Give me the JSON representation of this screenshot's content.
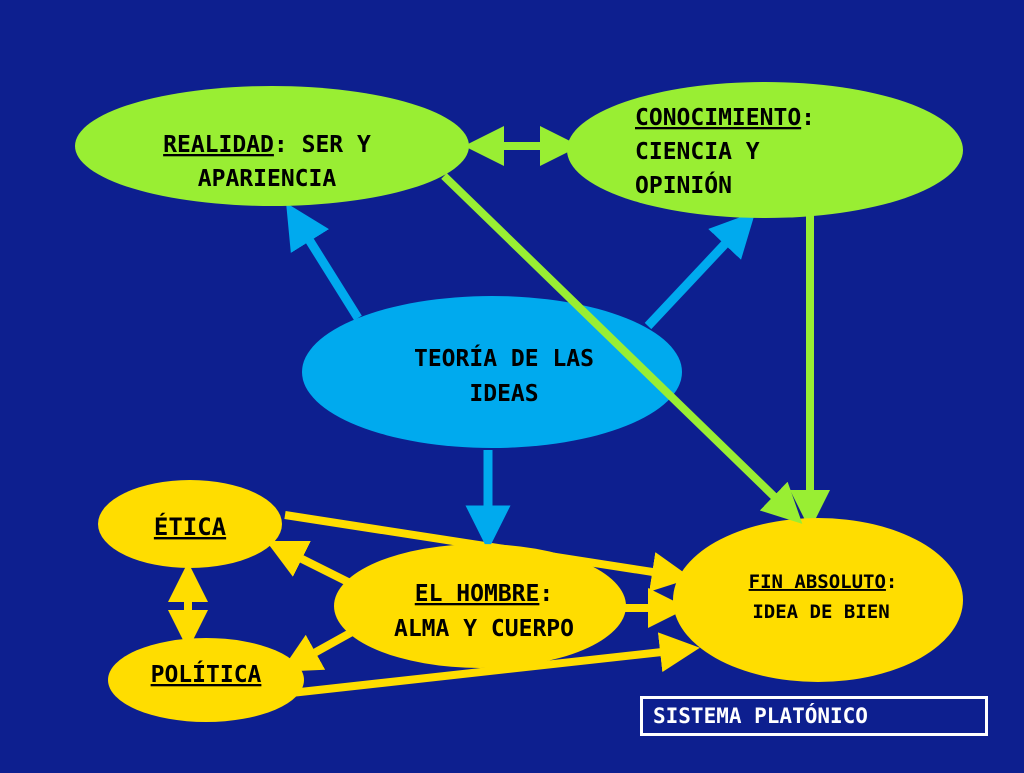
{
  "colors": {
    "background": "#0d1f8f",
    "green_node": "#99ee33",
    "center_node": "#00aaee",
    "yellow_node": "#ffdd00",
    "blue_arrow": "#00aaee",
    "green_arrow": "#99ee33",
    "yellow_arrow": "#ffdd00"
  },
  "nodes": {
    "realidad": {
      "term": "REALIDAD",
      "sep": ":  ",
      "rest": "SER Y",
      "line2": "APARIENCIA"
    },
    "conocimiento": {
      "term": "CONOCIMIENTO",
      "sep": ":",
      "line2": "CIENCIA Y",
      "line3": "OPINIÓN"
    },
    "teoria": {
      "line1": "TEORÍA DE LAS",
      "line2": "IDEAS"
    },
    "etica": {
      "label": "ÉTICA"
    },
    "politica": {
      "label": "POLÍTICA"
    },
    "hombre": {
      "term": "EL HOMBRE",
      "sep": ":",
      "line2": "ALMA Y CUERPO"
    },
    "fin": {
      "term": "FIN ABSOLUTO",
      "sep": ":",
      "line2": "IDEA DE BIEN"
    }
  },
  "caption": "SISTEMA PLATÓNICO"
}
